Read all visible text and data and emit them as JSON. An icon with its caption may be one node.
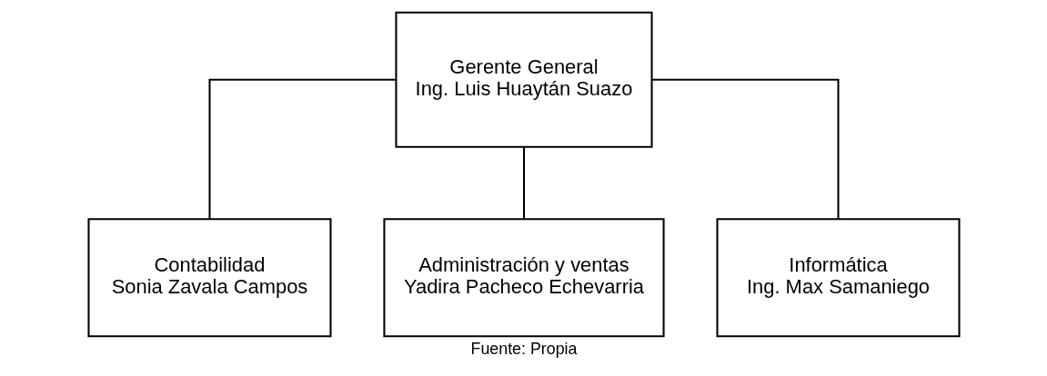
{
  "diagram": {
    "caption": "Fuente: Propia",
    "nodes": [
      {
        "text": [
          "Gerente General",
          "Ing. Luis Huaytán Suazo"
        ]
      },
      {
        "text": [
          "Contabilidad",
          "Sonia Zavala Campos"
        ]
      },
      {
        "text": [
          "Administración y ventas",
          "Yadira Pacheco Echevarria"
        ]
      },
      {
        "text": [
          "Informática",
          "Ing. Max Samaniego"
        ]
      }
    ],
    "edges": [
      {
        "from": 0,
        "to": 1,
        "arrow": "none"
      },
      {
        "from": 0,
        "to": 2,
        "arrow": "none"
      },
      {
        "from": 0,
        "to": 3,
        "arrow": "none"
      }
    ]
  }
}
